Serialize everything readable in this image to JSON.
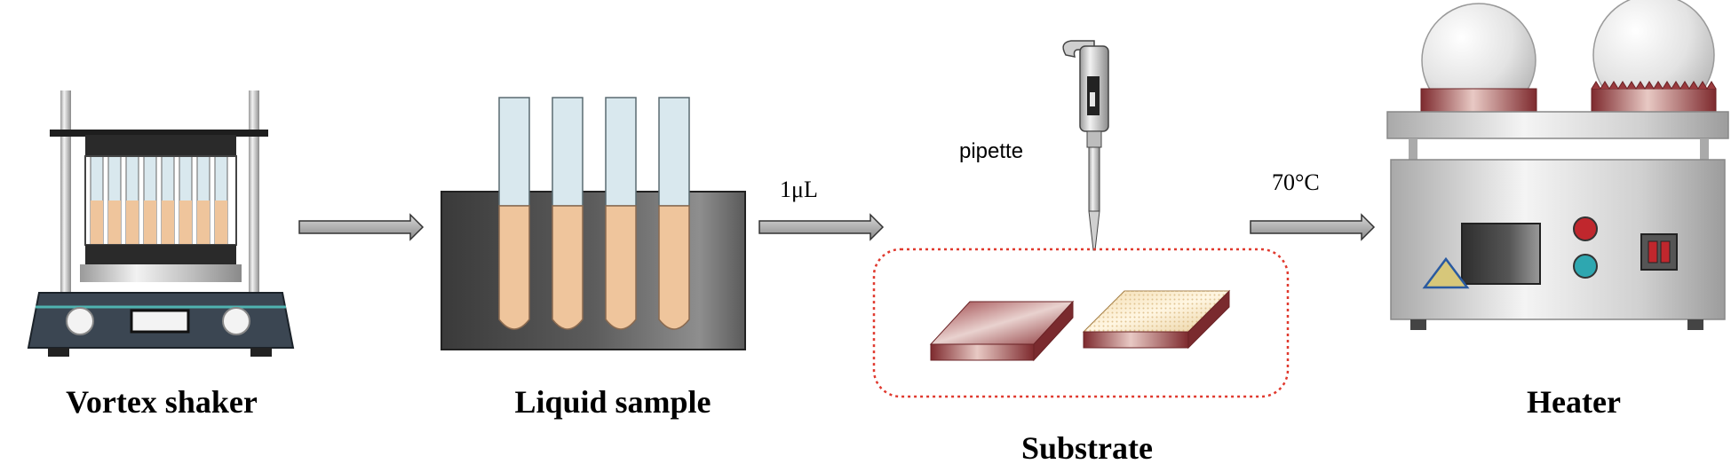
{
  "labels": {
    "vortex": "Vortex shaker",
    "liquid": "Liquid sample",
    "substrate": "Substrate",
    "heater": "Heater",
    "pipette": "pipette",
    "volume": "1μL",
    "temperature": "70°C"
  },
  "colors": {
    "liquid": "#efc59c",
    "tube_glass": "#d9e8ee",
    "substrate_red": "#8a2f33",
    "dotted_border": "#e0392e",
    "arrow": "#7a7a7a"
  },
  "icons": [
    "vortex-shaker-icon",
    "test-tube-rack-icon",
    "pipette-icon",
    "substrate-chip-icon",
    "heater-icon",
    "warning-triangle-icon"
  ]
}
